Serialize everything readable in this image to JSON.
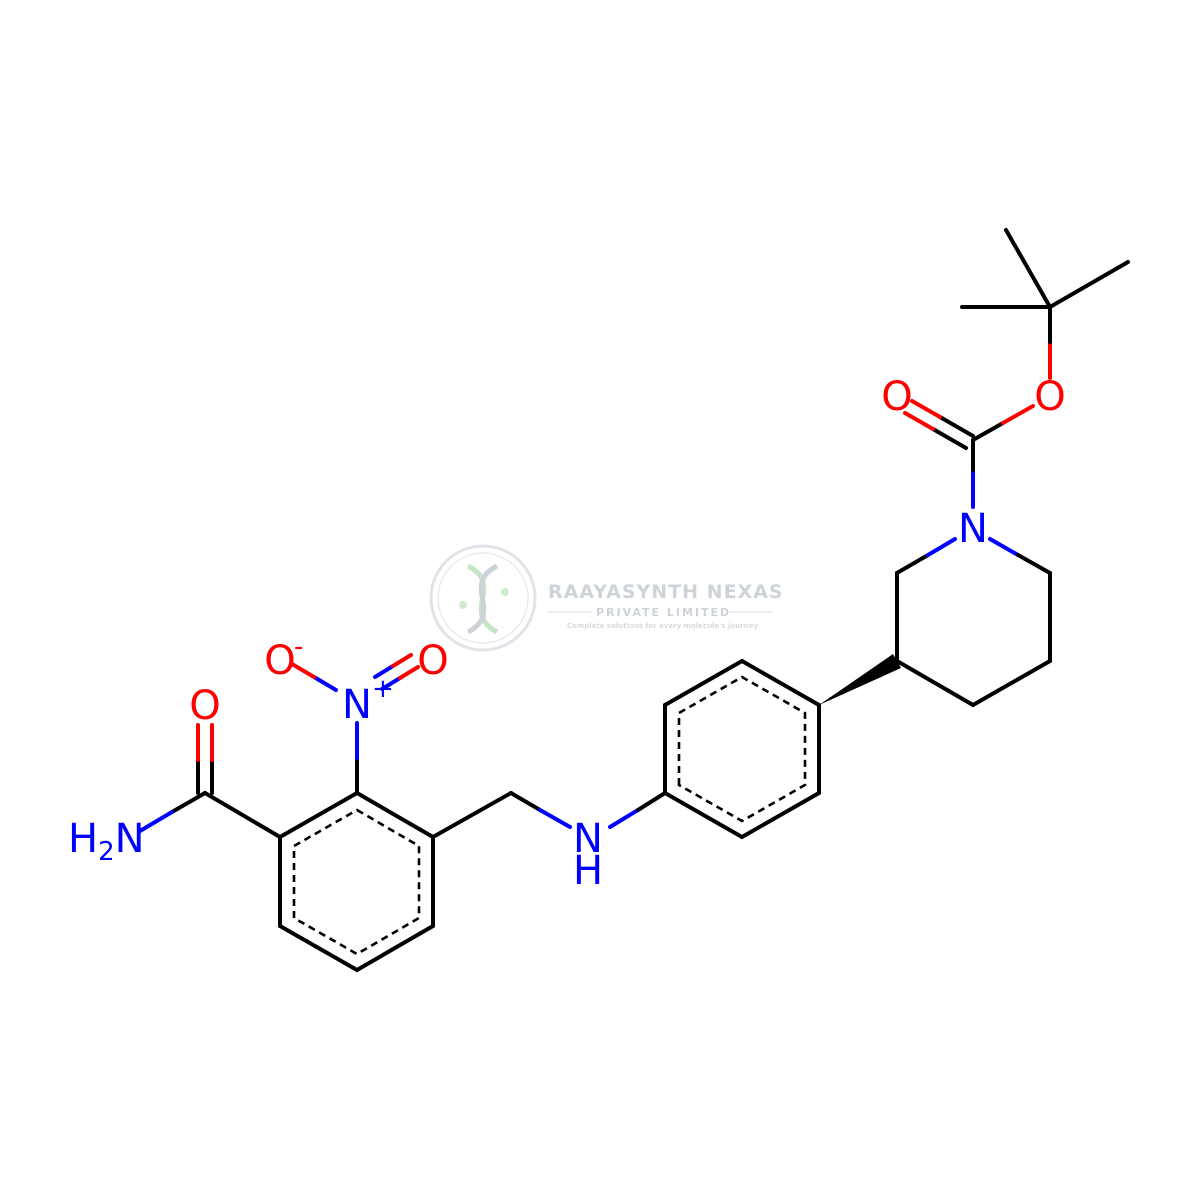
{
  "watermark": {
    "company": "RAAYASYNTH NEXAS",
    "subtitle": "PRIVATE LIMITED",
    "tagline": "Complete solutions for every molecule's journey"
  },
  "atoms": {
    "amide_o": "O",
    "amide_n": "H2N",
    "nitro_n": "N",
    "nitro_n_charge": "+",
    "nitro_o_minus": "O",
    "nitro_o_minus_charge": "-",
    "nitro_o": "O",
    "amine_n": "N",
    "amine_h": "H",
    "piperidine_n": "N",
    "carbonyl_o": "O",
    "ester_o": "O"
  },
  "colors": {
    "bond": "#000000",
    "nitrogen": "#0000ff",
    "oxygen": "#ff0000",
    "watermark": "#c9cfd6"
  }
}
